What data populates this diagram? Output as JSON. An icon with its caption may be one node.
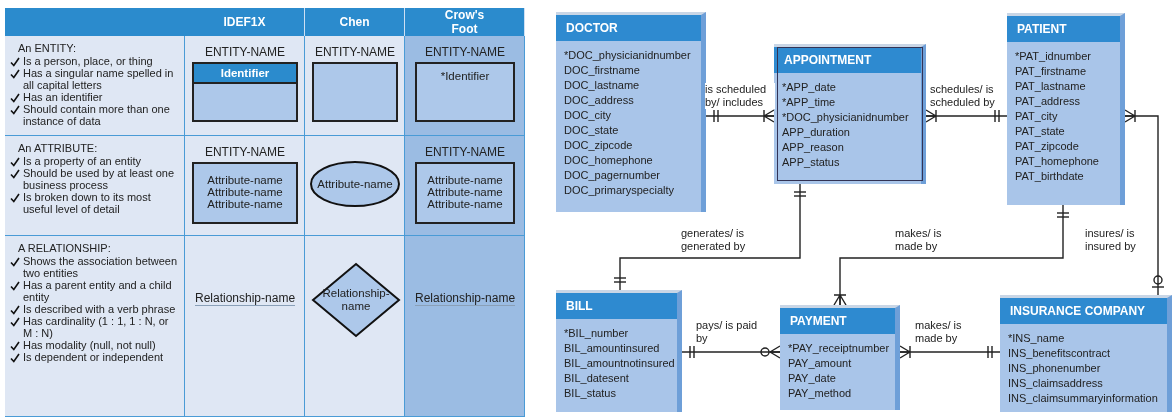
{
  "diagram": {
    "nodes": [
      {
        "text": [
          "ENTITY-NAME",
          "Identifier"
        ]
      },
      {
        "text": [
          "ENTITY-NAME"
        ]
      },
      {
        "text": [
          "ENTITY-NAME",
          "*Identifier"
        ]
      },
      {
        "text": [
          "ENTITY-NAME",
          "Attribute-name",
          "Attribute-name",
          "Attribute-name"
        ]
      },
      {
        "text": [
          "Attribute-name"
        ]
      },
      {
        "text": [
          "ENTITY-NAME",
          "Attribute-name",
          "Attribute-name",
          "Attribute-name"
        ]
      },
      {
        "text": [
          "Relationship-name"
        ]
      },
      {
        "text": [
          "DOCTOR",
          "*DOC_physicianidnumber",
          "DOC_firstname",
          "DOC_lastname",
          "DOC_address",
          "DOC_city",
          "DOC_state",
          "DOC_zipcode",
          "DOC_homephone",
          "DOC_pagernumber",
          "DOC_primaryspecialty"
        ]
      },
      {
        "text": [
          "APPOINTMENT",
          "*APP_date",
          "*APP_time",
          "*DOC_physicianidnumber",
          "APP_duration",
          "APP_reason",
          "APP_status"
        ]
      },
      {
        "text": [
          "PATIENT",
          "*PAT_idnumber",
          "PAT_firstname",
          "PAT_lastname",
          "PAT_address",
          "PAT_city",
          "PAT_state",
          "PAT_zipcode",
          "PAT_homephone",
          "PAT_birthdate"
        ]
      },
      {
        "text": [
          "BILL",
          "*BIL_number",
          "BIL_amountinsured",
          "BIL_amountnotinsured",
          "BIL_datesent",
          "BIL_status"
        ]
      },
      {
        "text": [
          "PAYMENT",
          "*PAY_receiptnumber",
          "PAY_amount",
          "PAY_date",
          "PAY_method"
        ]
      },
      {
        "text": [
          "INSURANCE COMPANY",
          "*INS_name",
          "INS_benefitscontract",
          "INS_phonenumber",
          "INS_claimsaddress",
          "INS_claimsummaryinformation"
        ]
      }
    ],
    "edges": [
      {
        "from": 7,
        "to": 8,
        "arrow": "other",
        "label": "is scheduled by/ includes"
      },
      {
        "from": 8,
        "to": 9,
        "arrow": "other",
        "label": "schedules/ is scheduled by"
      },
      {
        "from": 8,
        "to": 10,
        "arrow": "other",
        "label": "generates/ is generated by"
      },
      {
        "from": 9,
        "to": 11,
        "arrow": "other",
        "label": "makes/ is made by"
      },
      {
        "from": 9,
        "to": 12,
        "arrow": "other",
        "label": "insures/ is insured by"
      },
      {
        "from": 10,
        "to": 11,
        "arrow": "other",
        "label": "pays/ is paid by"
      },
      {
        "from": 11,
        "to": 12,
        "arrow": "other",
        "label": "makes/ is made by"
      }
    ],
    "labels": [
      "IDEF1X",
      "Chen",
      "Crow's Foot",
      "An ENTITY:",
      "Is a person, place, or thing",
      "Has a singular name spelled in all capital letters",
      "Has an identifier",
      "Should contain more than one instance of data",
      "An ATTRIBUTE:",
      "Is a property of an entity",
      "Should be used by at least one business process",
      "Is broken down to its most useful level of detail",
      "A RELATIONSHIP:",
      "Shows the association between two entities",
      "Has a parent entity and a child entity",
      "Is described with a verb phrase",
      "Has cardinality (1 : 1, 1 : N, or M : N)",
      "Has modality (null, not null)",
      "Is dependent or independent",
      "Relationship-name",
      "Relationship-name"
    ]
  }
}
